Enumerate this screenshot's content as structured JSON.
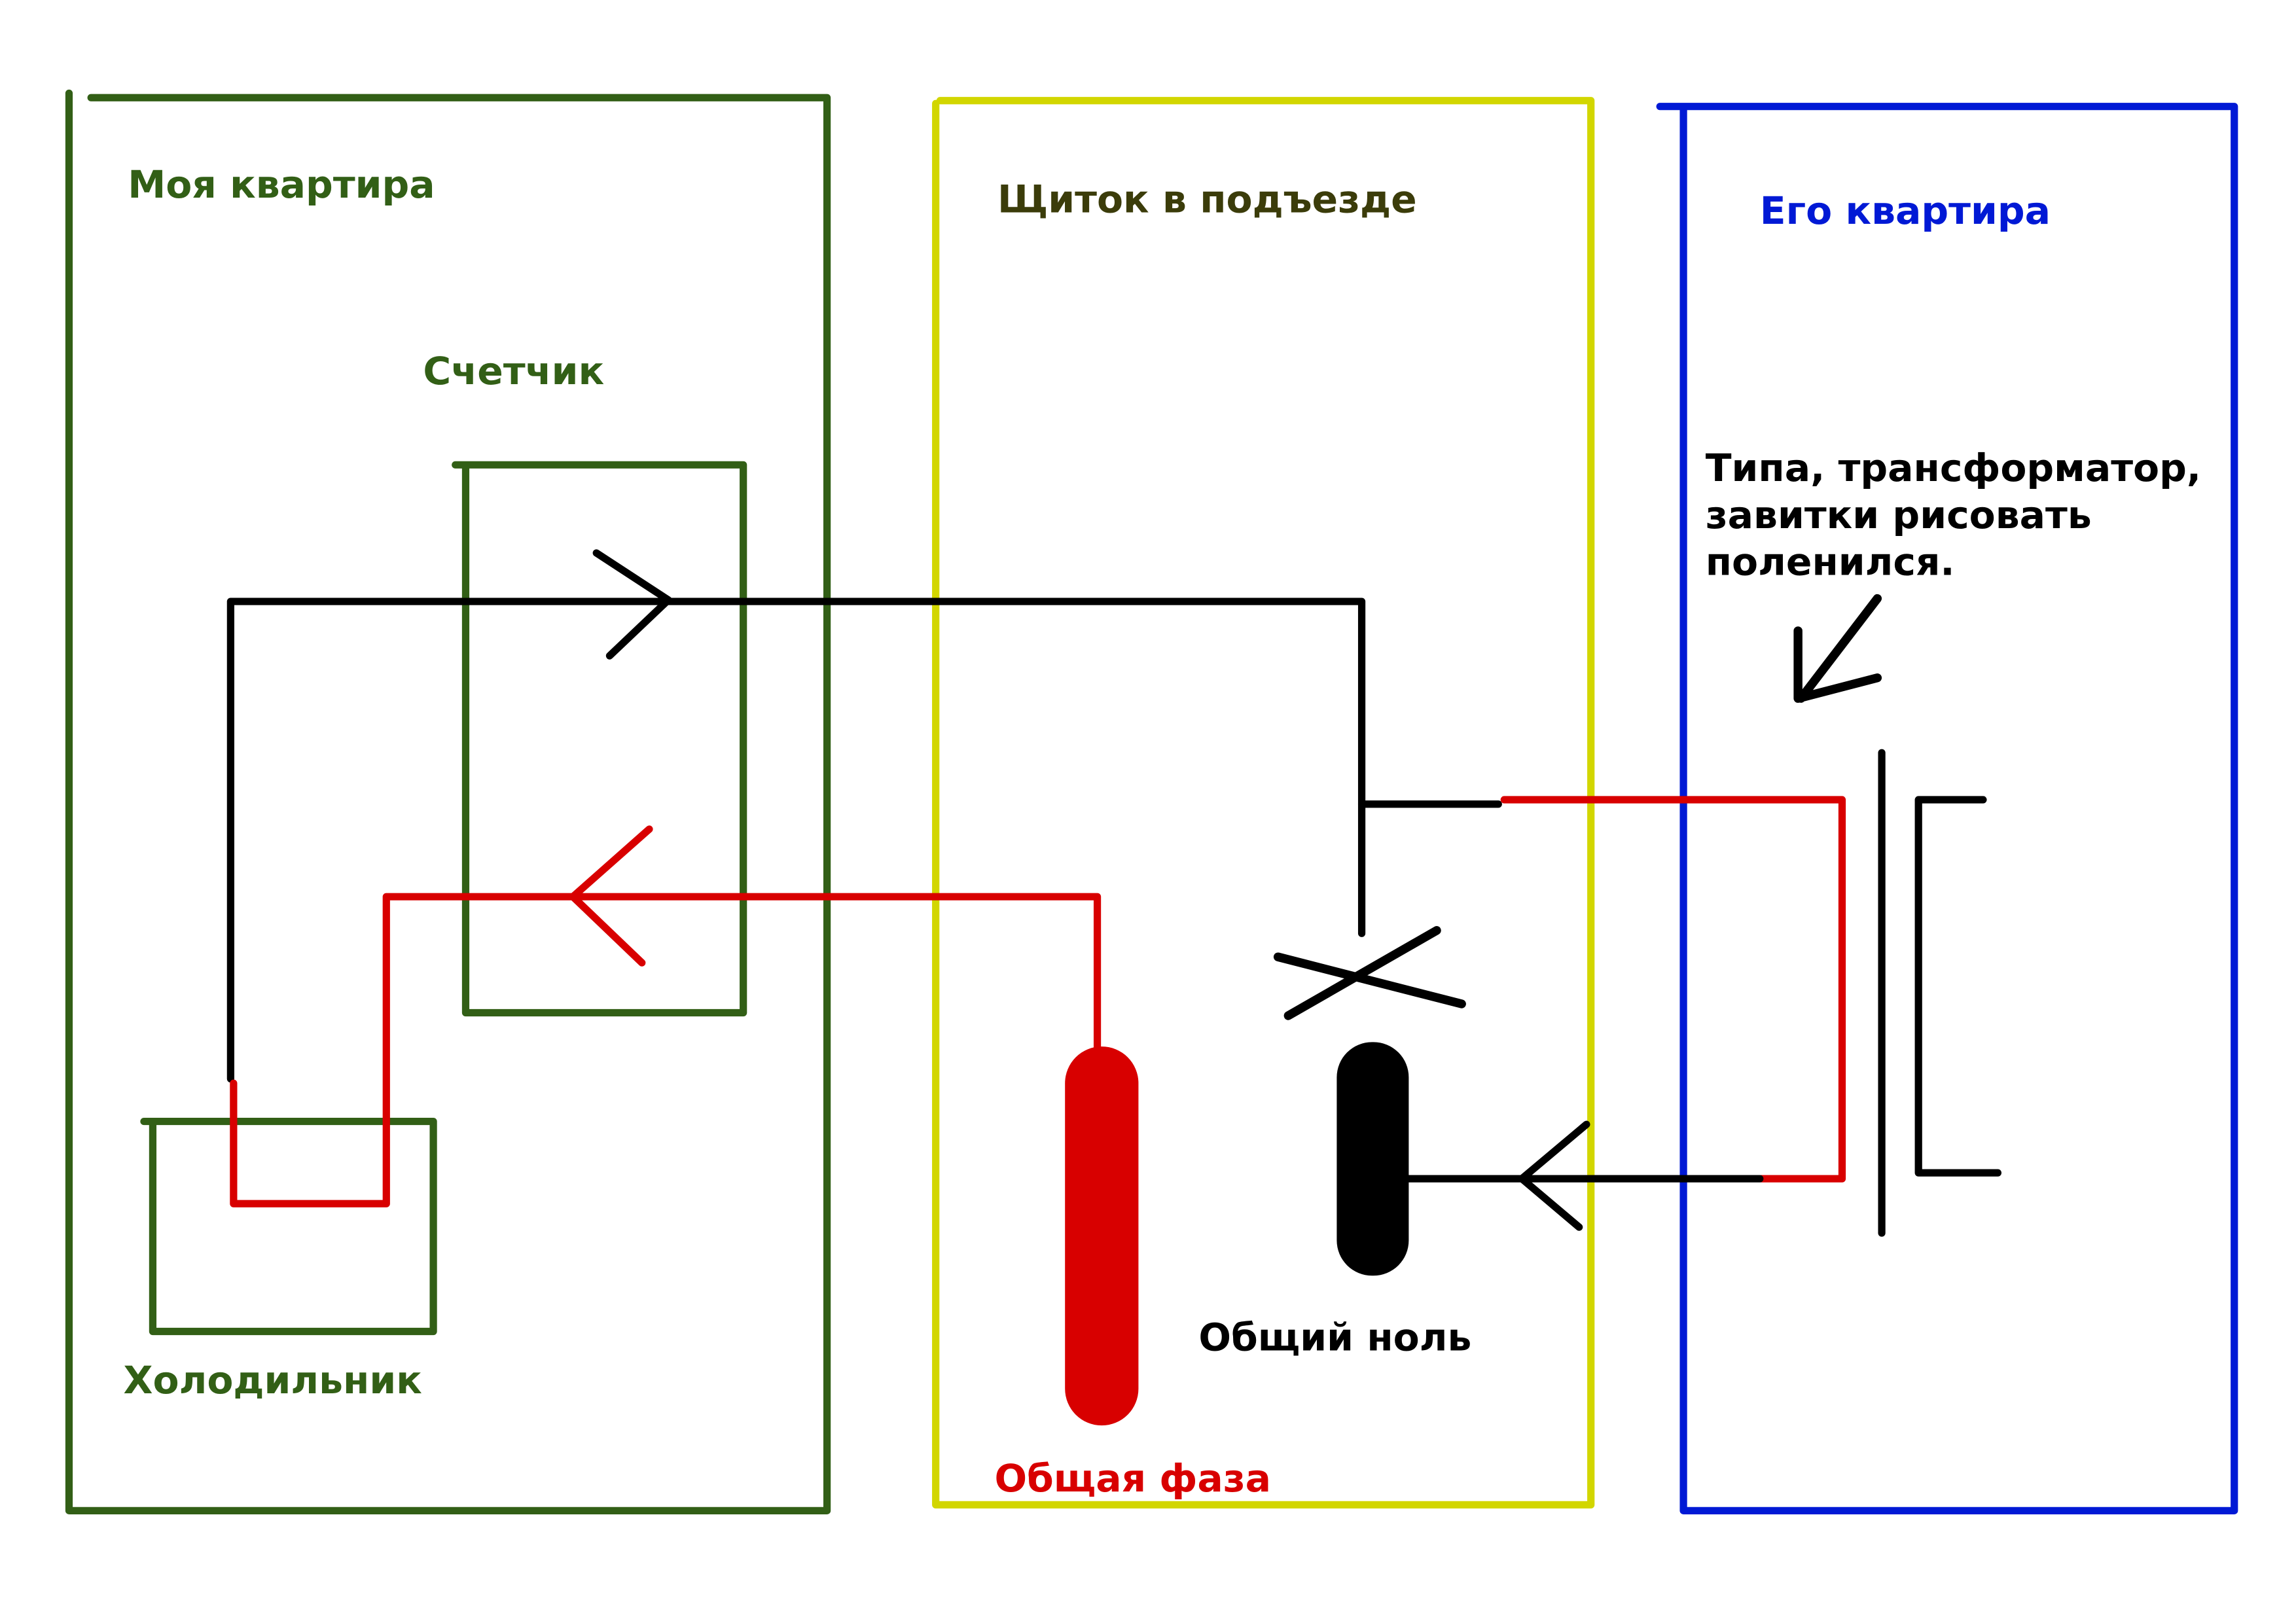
{
  "colors": {
    "my_apartment": "#325f16",
    "panel": "#d2d600",
    "his_apartment": "#0019d5",
    "phase": "#d80000",
    "neutral": "#000000",
    "panel_label": "#3b3c0a"
  },
  "regions": {
    "my_apartment": {
      "label": "Моя квартира"
    },
    "panel": {
      "label": "Щиток в подъезде"
    },
    "his_apartment": {
      "label": "Его квартира"
    }
  },
  "components": {
    "meter": {
      "label": "Счетчик"
    },
    "fridge": {
      "label": "Холодильник"
    },
    "common_phase": {
      "label": "Общая фаза"
    },
    "common_neutral": {
      "label": "Общий ноль"
    },
    "transformer_note": {
      "lines": [
        "Типа, трансформатор,",
        "завитки рисовать",
        "поленился."
      ]
    }
  }
}
